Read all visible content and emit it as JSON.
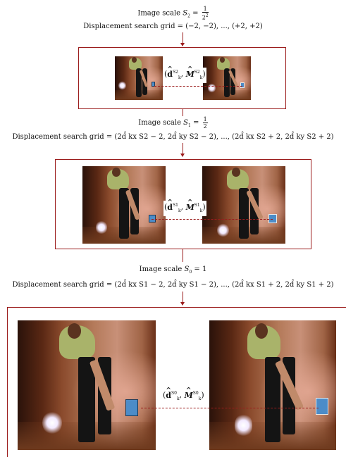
{
  "levels": [
    {
      "scale_prefix": "Image scale",
      "scale_var": "S",
      "scale_index": "2",
      "scale_num": "1",
      "scale_den_base": "2",
      "scale_den_exp": "2",
      "grid_text": "Displacement search grid  = (−2, −2), ..., (+2, +2)",
      "pair_symbol": "S2"
    },
    {
      "scale_prefix": "Image scale",
      "scale_var": "S",
      "scale_index": "1",
      "scale_num": "1",
      "scale_den": "2",
      "grid_text": "Displacement search grid  = (2d̂ kx S2 − 2, 2d̂ ky S2 − 2), ..., (2d̂ kx S2 + 2, 2d̂ ky S2 + 2)",
      "pair_symbol": "S1"
    },
    {
      "scale_prefix": "Image scale",
      "scale_var": "S",
      "scale_index": "0",
      "scale_value": "1",
      "grid_text": "Displacement search grid  = (2d̂ kx S1 − 2, 2d̂ ky S1 − 2), ..., (2d̂ kx S1 + 2, 2d̂ ky S1 + 2)",
      "pair_symbol": "S0"
    }
  ],
  "colors": {
    "accent": "#9b1c1c",
    "patch": "#4c8cc8"
  },
  "symbols": {
    "d": "d",
    "M": "M",
    "k": "k"
  }
}
